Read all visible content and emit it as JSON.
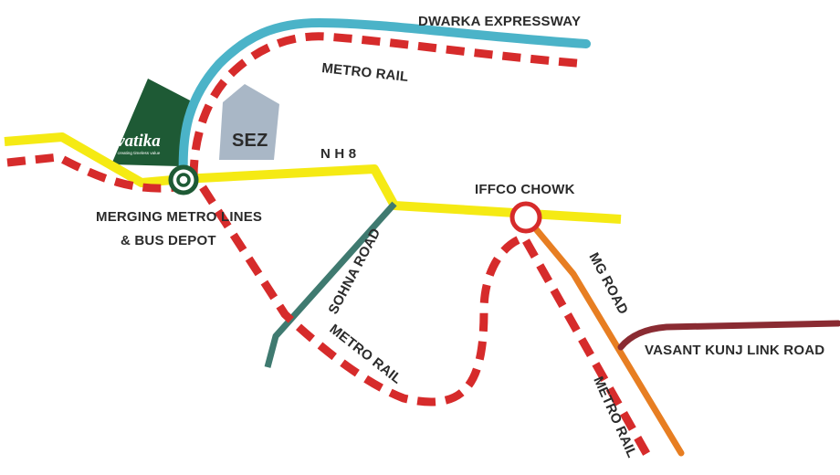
{
  "colors": {
    "expressway": "#4bb3c8",
    "metro": "#d62b2b",
    "nh8": "#f5ea14",
    "sohna": "#3f7a70",
    "mg_road": "#e77e22",
    "vasant_kunj": "#8a2b32",
    "sez_block": "#a9b7c6",
    "vatika_logo": "#1e5a35"
  },
  "labels": {
    "dwarka_expressway": "DWARKA EXPRESSWAY",
    "metro_rail_top": "METRO RAIL",
    "sez": "SEZ",
    "nh8": "N H 8",
    "iffco_chowk": "IFFCO CHOWK",
    "merging_line1": "MERGING METRO LINES",
    "merging_line2": "& BUS DEPOT",
    "sohna_road": "SOHNA ROAD",
    "mg_road": "MG ROAD",
    "vasant_kunj": "VASANT KUNJ LINK ROAD",
    "metro_rail_middle": "METRO RAIL",
    "metro_rail_right": "METRO RAIL"
  },
  "logo": {
    "brand": "vatika",
    "tagline": "creating timeless value"
  }
}
